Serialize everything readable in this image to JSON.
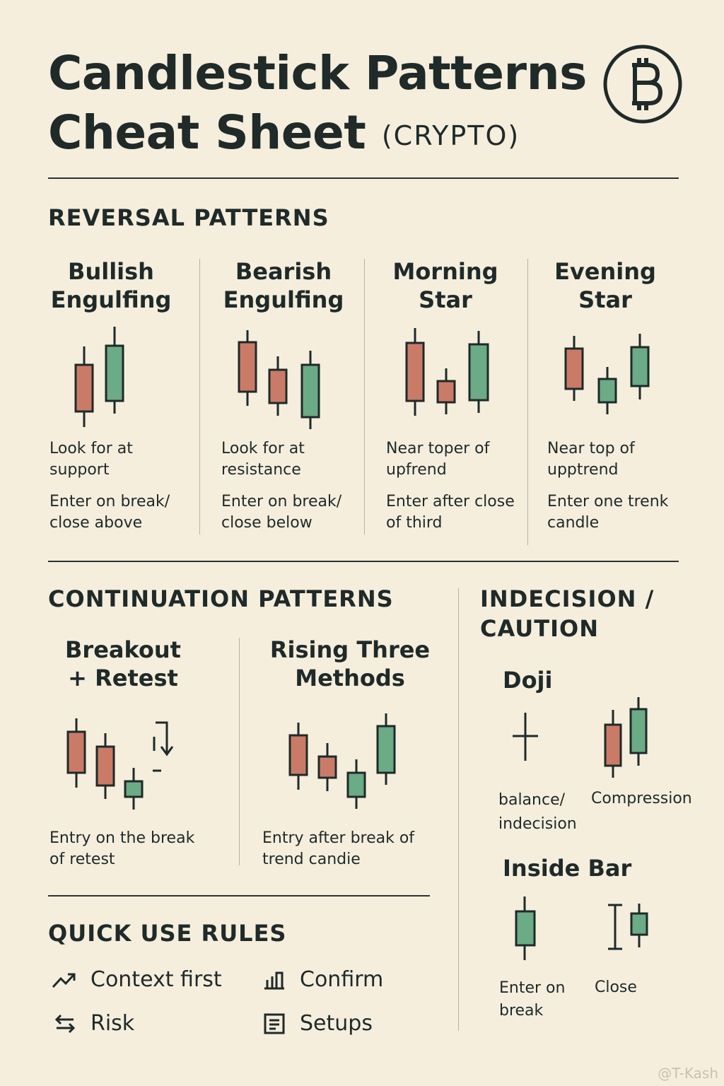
{
  "header": {
    "title_line1": "Candlestick Patterns",
    "title_line2": "Cheat Sheet",
    "title_suffix": "(CRYPTO)",
    "logo_icon": "bitcoin-icon"
  },
  "colors": {
    "bearish": "#c97b67",
    "bullish": "#6bab86",
    "ink": "#1f2a29",
    "background": "#f5eedd"
  },
  "reversal": {
    "heading": "REVERSAL PATTERNS",
    "patterns": [
      {
        "name": "Bullish\nEngulfing",
        "note1": "Look for at\nsupport",
        "note2": "Enter on break/\nclose above"
      },
      {
        "name": "Bearish\nEngulfing",
        "note1": "Look for at\nresistance",
        "note2": "Enter on break/\nclose below"
      },
      {
        "name": "Morning\nStar",
        "note1": "Near  toper of\nupfrend",
        "note2": "Enter after close\nof third"
      },
      {
        "name": "Evening\nStar",
        "note1": "Near top of\nupptrend",
        "note2": "Enter one trenk\ncandle"
      }
    ]
  },
  "continuation": {
    "heading": "CONTINUATION PATTERNS",
    "patterns": [
      {
        "name": "Breakout\n+ Retest",
        "note": "Entry on the break\nof retest"
      },
      {
        "name": "Rising Three\nMethods",
        "note": "Entry after break of\ntrend candie"
      }
    ]
  },
  "indecision": {
    "heading_line1": "INDECISION /",
    "heading_line2": "CAUTION",
    "doji": {
      "title": "Doji",
      "note1": "balance/\nindecision",
      "note2": "Compression"
    },
    "inside_bar": {
      "title": "Inside Bar",
      "note1": "Enter on\nbreak",
      "note2": "Close"
    }
  },
  "quick_rules": {
    "heading": "QUICK USE RULES",
    "items": [
      {
        "label": "Context first",
        "icon": "trend-line-icon"
      },
      {
        "label": "Confirm",
        "icon": "bar-chart-icon"
      },
      {
        "label": "Risk",
        "icon": "swap-arrows-icon"
      },
      {
        "label": "Setups",
        "icon": "list-icon"
      }
    ]
  },
  "watermark": "@T-Kash"
}
